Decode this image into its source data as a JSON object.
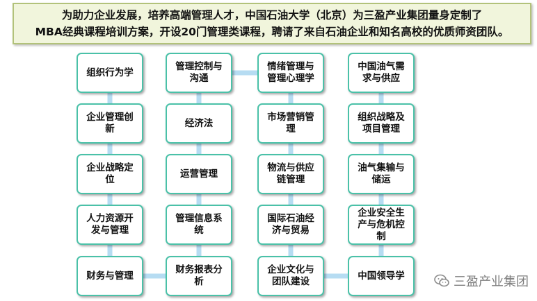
{
  "banner": {
    "line1": "为助力企业发展，培养高端管理人才，中国石油大学（北京）为三盈产业集团量身定制了",
    "line2": "MBA经典课程培训方案，开设20门管理类课程，聘请了来自石油企业和知名高校的优质师资团队。"
  },
  "courses": [
    "组织行为学",
    "企业管理创新",
    "企业战略定位",
    "人力资源开发与管理",
    "财务与管理",
    "管理控制与沟通",
    "经济法",
    "运营管理",
    "管理信息系统",
    "财务报表分析",
    "情绪管理与管理心理学",
    "市场营销管理",
    "物流与供应链管理",
    "国际石油经济与贸易",
    "企业文化与团队建设",
    "中国油气需求与供应",
    "组织战略及项目管理",
    "油气集输与储运",
    "企业安全生产与危机控制",
    "中国领导学"
  ],
  "watermark": {
    "text": "三盈产业集团",
    "icon": "wechat-icon"
  },
  "colors": {
    "node_border": "#4ac1a8",
    "connector": "#b6dcf2",
    "banner_bg": "#f1f5dc",
    "banner_border": "#b2c27a"
  }
}
